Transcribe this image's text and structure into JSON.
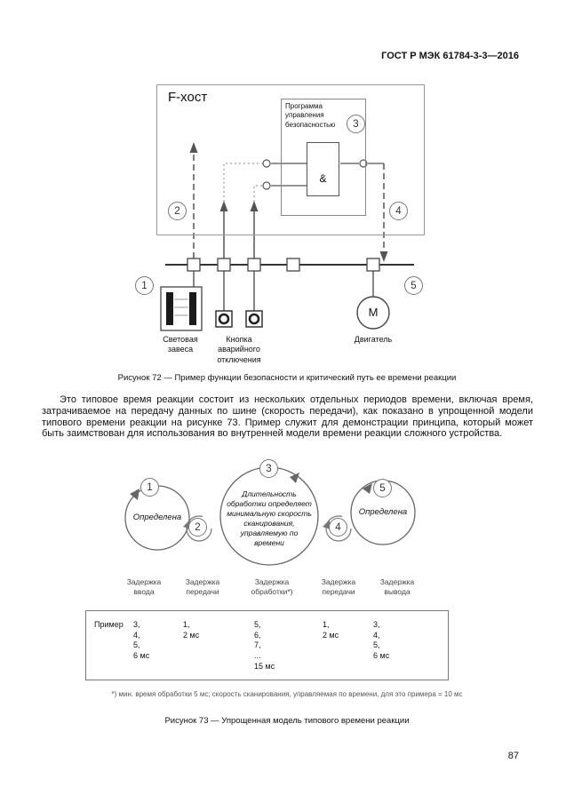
{
  "header": {
    "doc_id": "ГОСТ Р МЭК 61784-3-3—2016"
  },
  "fig72": {
    "host_label": "F-хост",
    "program_label": "Программа\nуправления\nбезопасностью",
    "gate_label": "&",
    "badges": [
      "1",
      "2",
      "3",
      "4",
      "5"
    ],
    "curtain_label": "Световая\nзавеса",
    "estop_label": "Кнопка\nаварийного\nотключения",
    "motor_symbol": "M",
    "motor_label": "Двигатель",
    "caption": "Рисунок 72 — Пример функции безопасности и критический путь ее времени реакции"
  },
  "body_text": "Это типовое время реакции состоит из нескольких отдельных периодов времени, включая время, затрачиваемое на передачу данных по шине (скорость передачи), как показано в упрощенной модели типового времени реакции на рисунке 73. Пример служит для демонстрации принципа, который может быть заимствован для использования во внутренней модели времени реакции сложного устройства.",
  "fig73": {
    "badges": [
      "1",
      "2",
      "3",
      "4",
      "5"
    ],
    "cycle1_label": "Определена",
    "cycle3_label": "Длительность\nобработки определяет\nминимальную скорость\nсканирования,\nуправляемую по\nвремени",
    "cycle5_label": "Определена",
    "delays": [
      "Задержка\nввода",
      "Задержка\nпередачи",
      "Задержка\nобработки*)",
      "Задержка\nпередачи",
      "Задержка\nвывода"
    ],
    "example_label": "Пример",
    "values": [
      "3,\n4,\n5,\n6 мс",
      "1,\n2 мс",
      "5,\n6,\n7,\n...\n15 мс",
      "1,\n2 мс",
      "3,\n4,\n5,\n6 мс"
    ],
    "footnote": "*) мин. время обработки  5 мс; скорость сканирования, управляемая по времени, для это примера = 10 мс",
    "caption": "Рисунок 73 — Упрощенная модель типового времени реакции"
  },
  "page_number": "87"
}
